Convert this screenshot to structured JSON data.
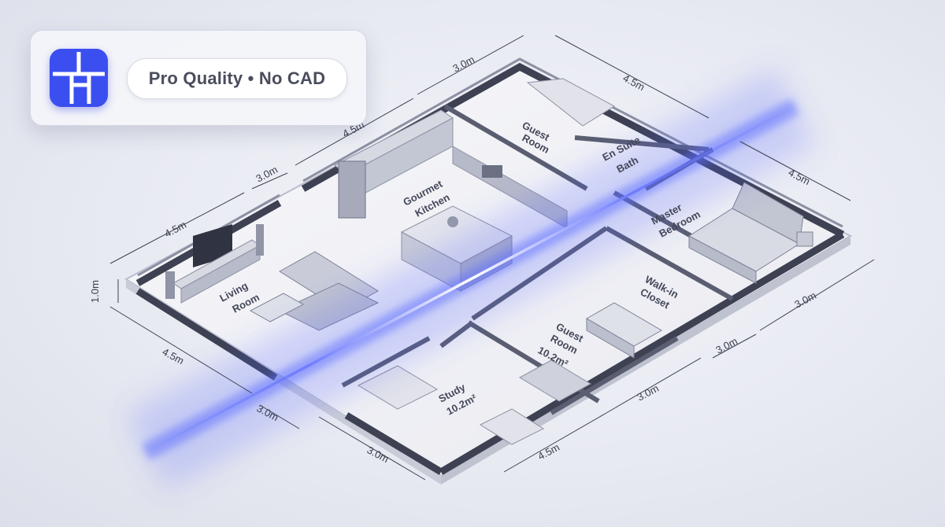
{
  "badge": {
    "tagline": "Pro Quality • No CAD",
    "logo_icon": "floorplan-grid-icon",
    "accent_color": "#3b4ff0"
  },
  "scan_line_color": "#4a5cff",
  "rooms": {
    "guest_room_top": [
      "Guest",
      "Room"
    ],
    "en_suite_bath": [
      "En Suite",
      "Bath"
    ],
    "gourmet_kitchen": [
      "Gourmet",
      "Kitchen"
    ],
    "master_bedroom": [
      "Master",
      "Bedroom"
    ],
    "living_room": [
      "Living",
      "Room"
    ],
    "walk_in_closet": [
      "Walk-in",
      "Closet"
    ],
    "guest_room_bottom": [
      "Guest",
      "Room",
      "10.2m²"
    ],
    "study": [
      "Study",
      "10.2m²"
    ]
  },
  "dimensions": {
    "top_guest_width": "3.0m",
    "top_master_width": "4.5m",
    "kitchen_width": "4.5m",
    "living_width": "4.5m",
    "entry_width": "3.0m",
    "left_short": "1.0m",
    "left_bottom": "4.5m",
    "bottom_left": "3.0m",
    "master_depth": "4.5m",
    "right_lower": "3.0m",
    "right_mid": "3.0m",
    "bottom_mid_a": "3.0m",
    "bottom_mid_b": "4.5m",
    "bottom_right": "3.0m"
  }
}
